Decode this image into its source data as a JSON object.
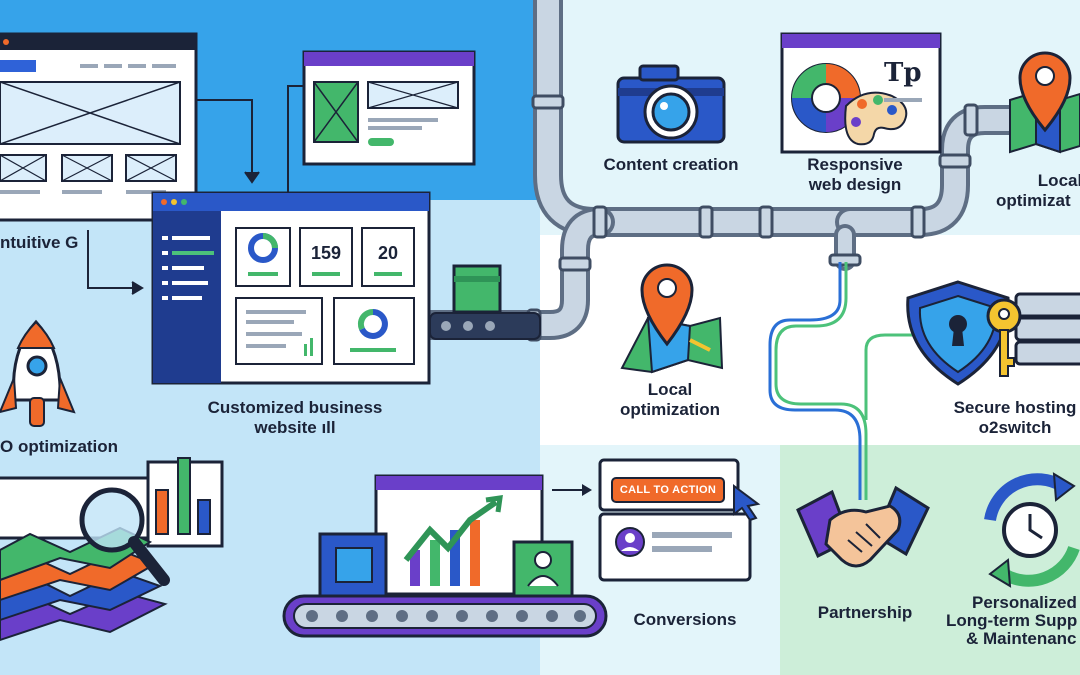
{
  "labels": {
    "intuitive": "ntuitive G",
    "seo": "O optimization",
    "custom_site_line1": "Customized business",
    "custom_site_line2": "website ıll",
    "content_creation": "Content creation",
    "responsive_line1": "Responsive",
    "responsive_line2": "web design",
    "local_top_line1": "Local",
    "local_top_line2": "optimizat",
    "local_mid_line1": "Local",
    "local_mid_line2": "optimization",
    "secure_line1": "Secure hosting",
    "secure_line2": "o2switch",
    "conversions": "Conversions",
    "partnership": "Partnership",
    "support_line1": "Personalized",
    "support_line2": "Long-term Supp",
    "support_line3": "& Maintenanc"
  },
  "dashboard": {
    "kpi_1": "159",
    "kpi_2": "20"
  },
  "cta": {
    "label": "CALL TO ACTION"
  },
  "palette_card": {
    "glyph": "Tp"
  },
  "colors": {
    "blue_dark": "#2f8fe0",
    "blue_light": "#bfe3f7",
    "pale_cyan": "#dff4fb",
    "pale_green": "#cdefd9",
    "navy": "#1b2338",
    "accent_orange": "#f06a2a",
    "accent_green": "#35b56a",
    "accent_purple": "#6a3fc9"
  }
}
